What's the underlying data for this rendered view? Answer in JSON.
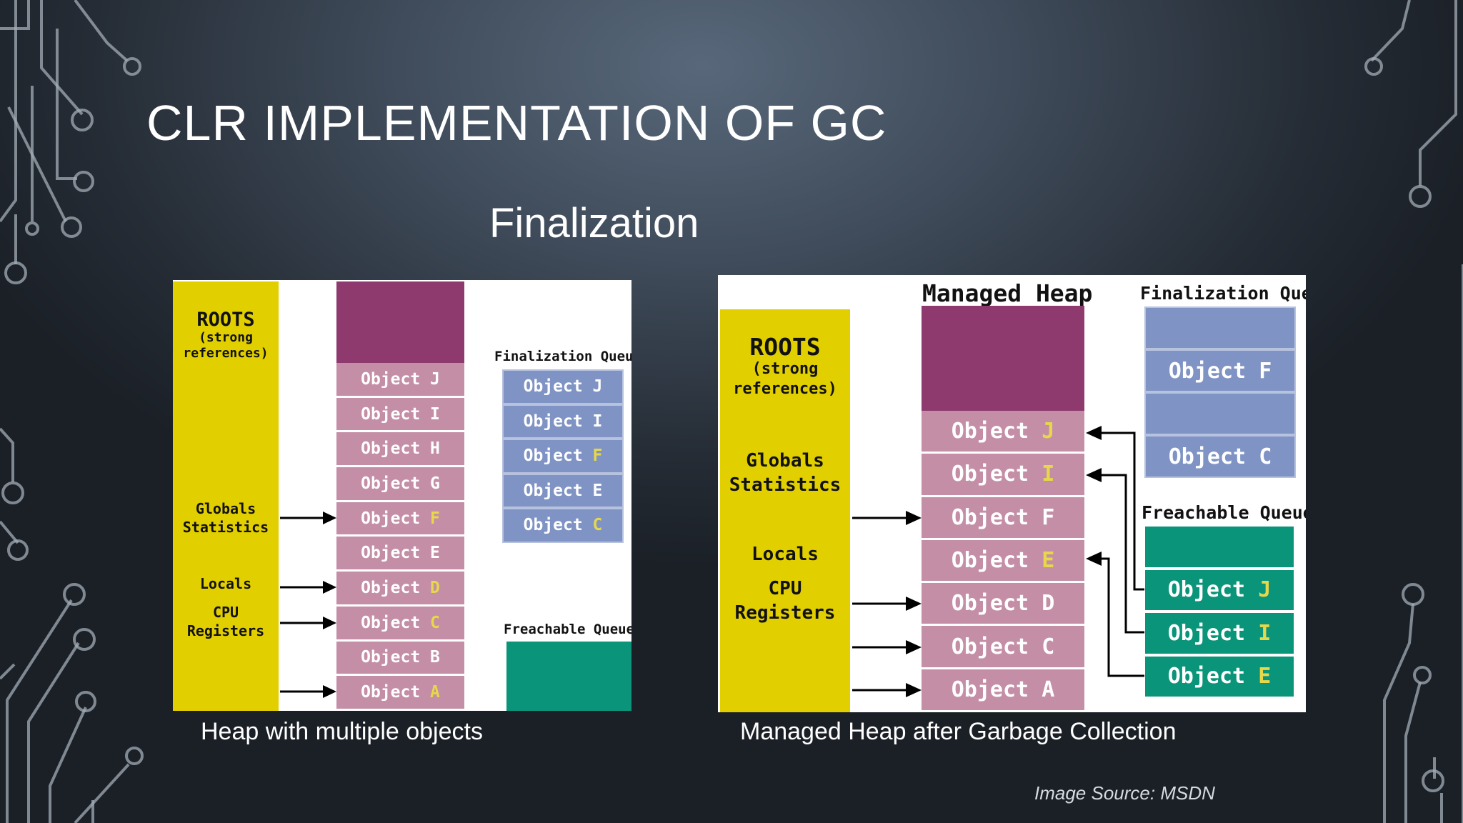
{
  "slide": {
    "title": "CLR IMPLEMENTATION OF GC",
    "subtitle": "Finalization",
    "source": "Image Source: MSDN"
  },
  "left_diagram": {
    "caption": "Heap with multiple objects",
    "roots": {
      "title": "ROOTS",
      "subtitle_line1": "(strong",
      "subtitle_line2": "references)"
    },
    "labels": {
      "globals_line1": "Globals",
      "globals_line2": "Statistics",
      "locals": "Locals",
      "cpu_line1": "CPU",
      "cpu_line2": "Registers"
    },
    "heap": [
      {
        "prefix": "Object ",
        "letter": "J",
        "highlight": false
      },
      {
        "prefix": "Object ",
        "letter": "I",
        "highlight": false
      },
      {
        "prefix": "Object ",
        "letter": "H",
        "highlight": false
      },
      {
        "prefix": "Object ",
        "letter": "G",
        "highlight": false
      },
      {
        "prefix": "Object ",
        "letter": "F",
        "highlight": true
      },
      {
        "prefix": "Object ",
        "letter": "E",
        "highlight": false
      },
      {
        "prefix": "Object ",
        "letter": "D",
        "highlight": true
      },
      {
        "prefix": "Object ",
        "letter": "C",
        "highlight": true
      },
      {
        "prefix": "Object ",
        "letter": "B",
        "highlight": false
      },
      {
        "prefix": "Object ",
        "letter": "A",
        "highlight": true
      }
    ],
    "finalization_queue": {
      "title": "Finalization Queue",
      "items": [
        {
          "prefix": "Object ",
          "letter": "J",
          "highlight": false
        },
        {
          "prefix": "Object ",
          "letter": "I",
          "highlight": false
        },
        {
          "prefix": "Object ",
          "letter": "F",
          "highlight": true
        },
        {
          "prefix": "Object ",
          "letter": "E",
          "highlight": false
        },
        {
          "prefix": "Object ",
          "letter": "C",
          "highlight": true
        }
      ]
    },
    "freachable_queue": {
      "title": "Freachable Queue"
    }
  },
  "right_diagram": {
    "caption": "Managed Heap after Garbage Collection",
    "heap_title": "Managed Heap",
    "roots": {
      "title": "ROOTS",
      "subtitle_line1": "(strong",
      "subtitle_line2": "references)"
    },
    "labels": {
      "globals_line1": "Globals",
      "globals_line2": "Statistics",
      "locals": "Locals",
      "cpu_line1": "CPU",
      "cpu_line2": "Registers"
    },
    "heap": [
      {
        "prefix": "Object ",
        "letter": "J",
        "highlight": true
      },
      {
        "prefix": "Object ",
        "letter": "I",
        "highlight": true
      },
      {
        "prefix": "Object ",
        "letter": "F",
        "highlight": false
      },
      {
        "prefix": "Object ",
        "letter": "E",
        "highlight": true
      },
      {
        "prefix": "Object ",
        "letter": "D",
        "highlight": false
      },
      {
        "prefix": "Object ",
        "letter": "C",
        "highlight": false
      },
      {
        "prefix": "Object ",
        "letter": "A",
        "highlight": false
      }
    ],
    "finalization_queue": {
      "title": "Finalization Queue",
      "items": [
        {
          "prefix": "",
          "letter": "",
          "highlight": false
        },
        {
          "prefix": "Object ",
          "letter": "F",
          "highlight": false
        },
        {
          "prefix": "",
          "letter": "",
          "highlight": false
        },
        {
          "prefix": "Object ",
          "letter": "C",
          "highlight": false
        }
      ]
    },
    "freachable_queue": {
      "title": "Freachable Queue",
      "items": [
        {
          "prefix": "",
          "letter": "",
          "highlight": false
        },
        {
          "prefix": "Object ",
          "letter": "J",
          "highlight": true
        },
        {
          "prefix": "Object ",
          "letter": "I",
          "highlight": true
        },
        {
          "prefix": "Object ",
          "letter": "E",
          "highlight": true
        }
      ]
    }
  }
}
